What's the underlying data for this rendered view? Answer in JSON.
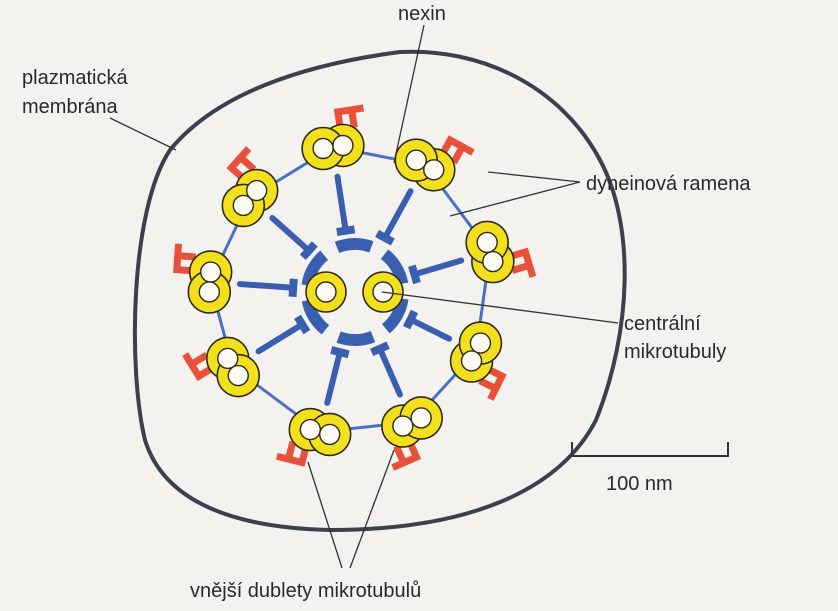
{
  "labels": {
    "nexin": "nexin",
    "membrane_line1": "plazmatická",
    "membrane_line2": "membrána",
    "dynein_arms": "dyneinová ramena",
    "central_line1": "centrální",
    "central_line2": "mikrotubuly",
    "scale": "100 nm",
    "outer_doublets": "vnější dublety mikrotubulů"
  },
  "colors": {
    "background": "#f3f2ef",
    "membrane": "#3c3f4c",
    "microtubule_fill": "#f2e01c",
    "microtubule_stroke": "#2e2a1a",
    "lumen": "#fbfbf2",
    "dynein": "#e8503a",
    "spoke": "#3a5fb0",
    "nexin_link": "#4a6fc4",
    "leader": "#333333"
  },
  "structure": {
    "outer_doublets": 9,
    "central_microtubules": 2,
    "scale_bar_nm": 100
  }
}
